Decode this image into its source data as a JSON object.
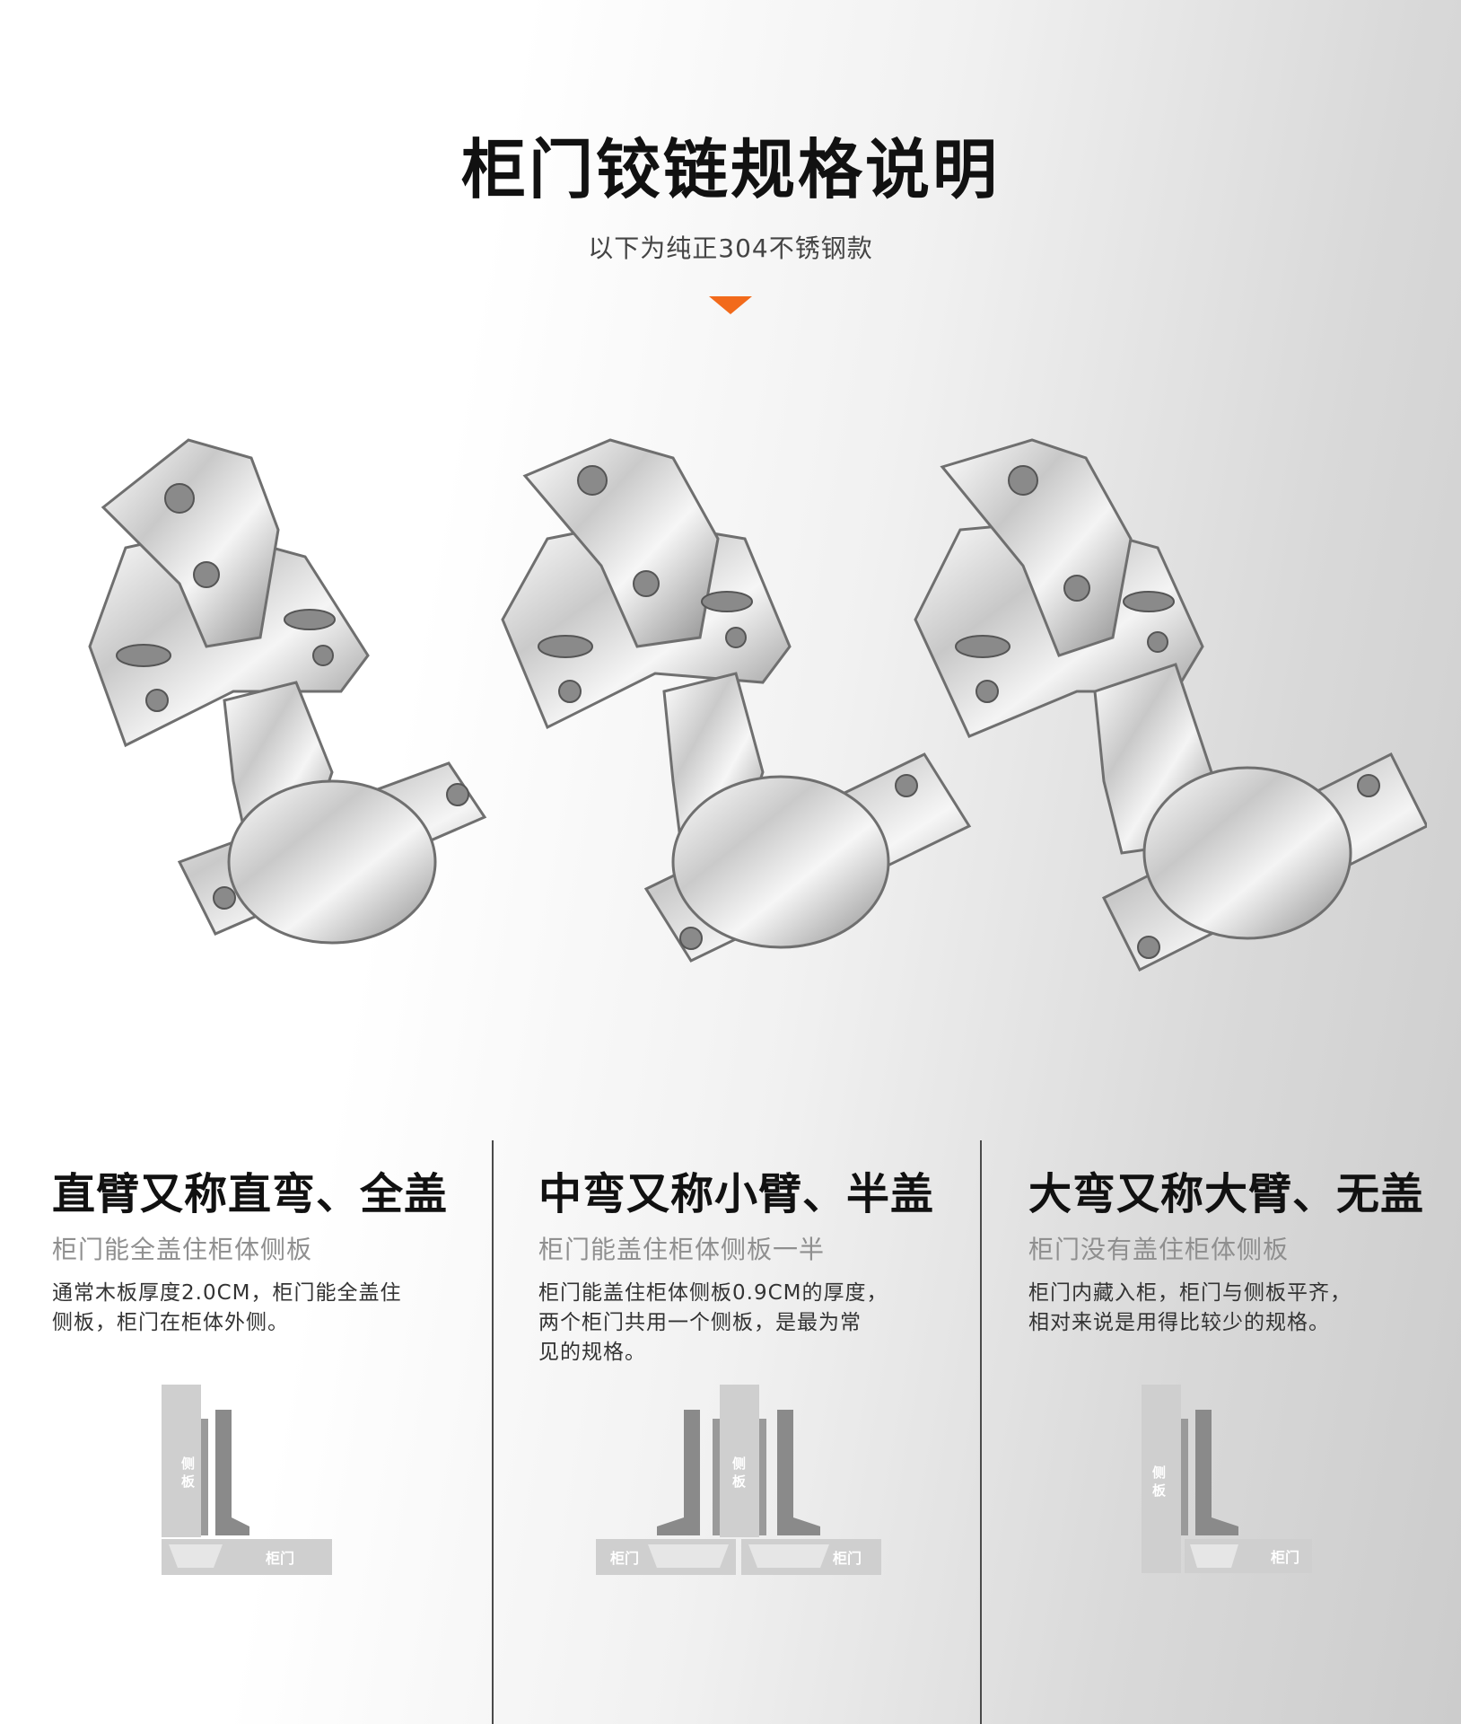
{
  "header": {
    "title": "柜门铰链规格说明",
    "subtitle": "以下为纯正304不锈钢款"
  },
  "colors": {
    "accent": "#f26a1b",
    "diagram_light": "#cfcfcf",
    "diagram_dark": "#8a8a8a"
  },
  "columns": [
    {
      "heading": "直臂又称直弯、全盖",
      "subheading": "柜门能全盖住柜体侧板",
      "description": "通常木板厚度2.0CM，柜门能全盖住\n侧板，柜门在柜体外侧。",
      "diagram": {
        "side_label": "侧板",
        "door_label": "柜门"
      }
    },
    {
      "heading": "中弯又称小臂、半盖",
      "subheading": "柜门能盖住柜体侧板一半",
      "description": "柜门能盖住柜体侧板0.9CM的厚度，\n两个柜门共用一个侧板，是最为常\n见的规格。",
      "diagram": {
        "side_label": "侧板",
        "door_label_left": "柜门",
        "door_label_right": "柜门"
      }
    },
    {
      "heading": "大弯又称大臂、无盖",
      "subheading": "柜门没有盖住柜体侧板",
      "description": "柜门内藏入柜，柜门与侧板平齐，\n相对来说是用得比较少的规格。",
      "diagram": {
        "side_label": "侧板",
        "door_label": "柜门"
      }
    }
  ]
}
